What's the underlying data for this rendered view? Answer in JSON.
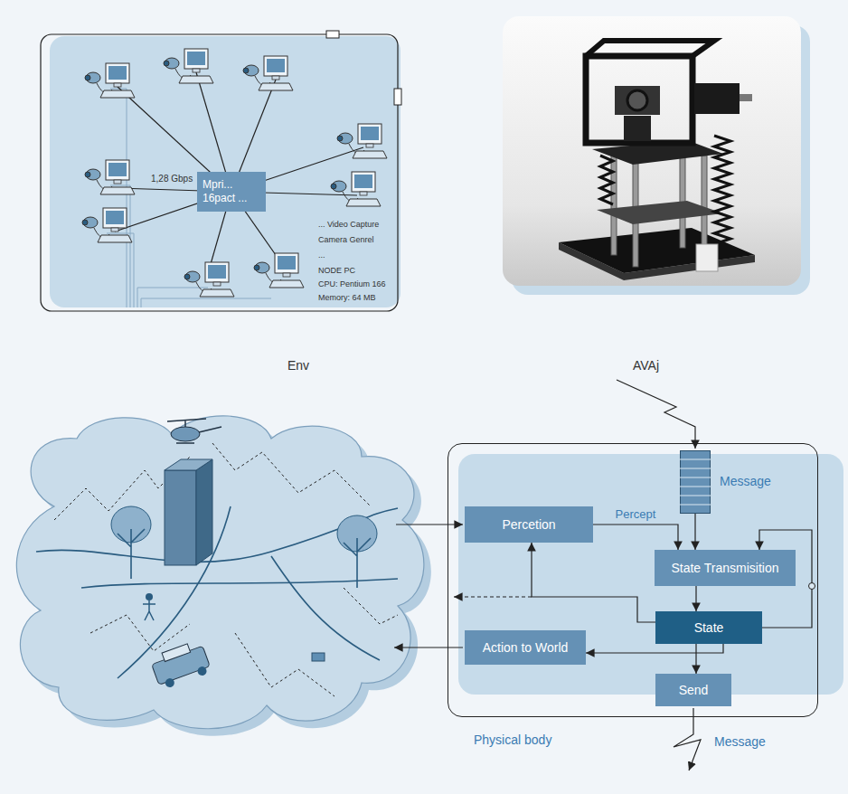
{
  "diagram": {
    "nodes": [
      {
        "text": [
          "Mpri... 16pact ..."
        ]
      },
      {
        "text": [
          "Physical body"
        ]
      },
      {
        "text": [
          "Message"
        ],
        "in": 1
      },
      {
        "text": [
          "Percetion"
        ],
        "in": 1
      },
      {
        "text": [
          "State Transmisition"
        ],
        "in": 1
      },
      {
        "text": [
          "State"
        ],
        "in": 1
      },
      {
        "text": [
          "Action to World"
        ],
        "in": 1
      },
      {
        "text": [
          "Send"
        ],
        "in": 1
      }
    ],
    "edges": [
      {
        "from": 2,
        "to": 4,
        "arrow": "to"
      },
      {
        "from": 3,
        "to": 4,
        "label": "Percept",
        "arrow": "to"
      },
      {
        "from": 4,
        "to": 5,
        "arrow": "to"
      },
      {
        "from": 5,
        "to": 4,
        "arrow": "to"
      },
      {
        "from": 5,
        "to": 3,
        "arrow": "to"
      },
      {
        "from": 5,
        "to": 6,
        "arrow": "to"
      },
      {
        "from": 5,
        "to": 7,
        "arrow": "to"
      }
    ],
    "labels": [
      "1,28 Gbps",
      "... Video Capture",
      "Camera Genrel",
      "...",
      "NODE PC",
      "CPU: Pentium 166",
      "Memory: 64 MB",
      "Env",
      "AVAj",
      "Message"
    ]
  }
}
